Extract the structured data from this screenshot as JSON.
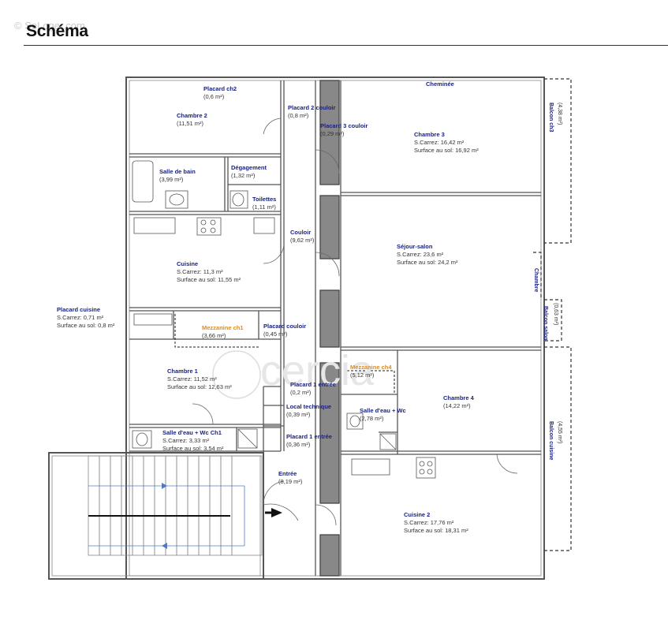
{
  "watermark": "© SeLoger.com",
  "title": "Schéma",
  "logo": "cercia",
  "rooms": {
    "placard_ch2": {
      "name": "Placard ch2",
      "area": "(0,6 m²)"
    },
    "chambre2": {
      "name": "Chambre 2",
      "area": "(11,51 m²)"
    },
    "placard2_couloir": {
      "name": "Placard 2 couloir",
      "area": "(0,8 m²)"
    },
    "placard3_couloir": {
      "name": "Placard 3 couloir",
      "area": "(0,29 m²)"
    },
    "cheminee": {
      "name": "Cheminée"
    },
    "chambre3": {
      "name": "Chambre 3",
      "carrez": "S.Carrez: 16,42 m²",
      "sol": "Surface au sol: 16,92 m²"
    },
    "salle_de_bain": {
      "name": "Salle de bain",
      "area": "(3,99 m²)"
    },
    "degagement": {
      "name": "Dégagement",
      "area": "(1,32 m²)"
    },
    "toilettes": {
      "name": "Toilettes",
      "area": "(1,11 m²)"
    },
    "couloir": {
      "name": "Couloir",
      "area": "(9,62 m²)"
    },
    "sejour": {
      "name": "Séjour-salon",
      "carrez": "S.Carrez: 23,6 m²",
      "sol": "Surface au sol: 24,2 m²"
    },
    "cuisine": {
      "name": "Cuisine",
      "carrez": "S.Carrez: 11,3 m²",
      "sol": "Surface au sol: 11,55 m²"
    },
    "placard_cuisine": {
      "name": "Placard cuisine",
      "carrez": "S.Carrez: 0,71 m²",
      "sol": "Surface au sol: 0,8 m²"
    },
    "mezzanine_ch1": {
      "name": "Mezzanine ch1",
      "area": "(3,66 m²)"
    },
    "placard_couloir": {
      "name": "Placard couloir",
      "area": "(0,45 m²)"
    },
    "chambre1": {
      "name": "Chambre 1",
      "carrez": "S.Carrez: 11,52 m²",
      "sol": "Surface au sol: 12,63 m²"
    },
    "placard1_entree": {
      "name": "Placard 1 entrée",
      "area": "(0,2 m²)"
    },
    "mezzanine_ch4": {
      "name": "Mezzanine ch4",
      "area": "(5,12 m²)"
    },
    "chambre4": {
      "name": "Chambre 4",
      "area": "(14,22 m²)"
    },
    "local_technique": {
      "name": "Local technique",
      "area": "(0,39 m²)"
    },
    "salle_eau_wc": {
      "name": "Salle d'eau + Wc",
      "area": "(2,78 m²)"
    },
    "salle_eau_wc_ch1": {
      "name": "Salle d'eau + Wc Ch1",
      "carrez": "S.Carrez: 3,33 m²",
      "sol": "Surface au sol: 3,54 m²"
    },
    "placard_entree": {
      "name": "Placard 1 entrée",
      "area": "(0,36 m²)"
    },
    "entree": {
      "name": "Entrée",
      "area": "(8,19 m²)"
    },
    "cuisine2": {
      "name": "Cuisine 2",
      "carrez": "S.Carrez: 17,76 m²",
      "sol": "Surface au sol: 18,31 m²"
    }
  },
  "balconies": {
    "balcon_ch3": {
      "name": "Balcon ch3",
      "area": "(4,38 m²)"
    },
    "balcon_salon": {
      "name": "Balcon salon",
      "area": "(0,63 m²)"
    },
    "balcon_cuisine": {
      "name": "Balcon cuisine",
      "area": "(4,55 m²)"
    },
    "chambre_label": {
      "name": "Chambre"
    }
  }
}
